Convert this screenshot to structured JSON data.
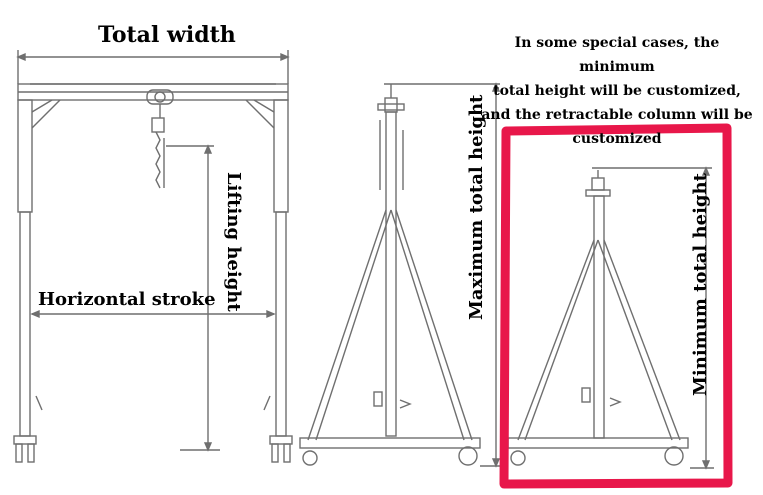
{
  "labels": {
    "total_width": "Total width",
    "lifting_height": "Lifting height",
    "horizontal_stroke": "Horizontal stroke",
    "maximum_total_height": "Maximum total height",
    "minimum_total_height": "Minimum total height"
  },
  "note": {
    "line1": "In some special cases, the minimum",
    "line2": "total height will be customized,",
    "line3": "and the retractable column will be",
    "line4": "customized"
  },
  "colors": {
    "highlight_border": "#e8174a",
    "line": "#6f6f6f"
  }
}
